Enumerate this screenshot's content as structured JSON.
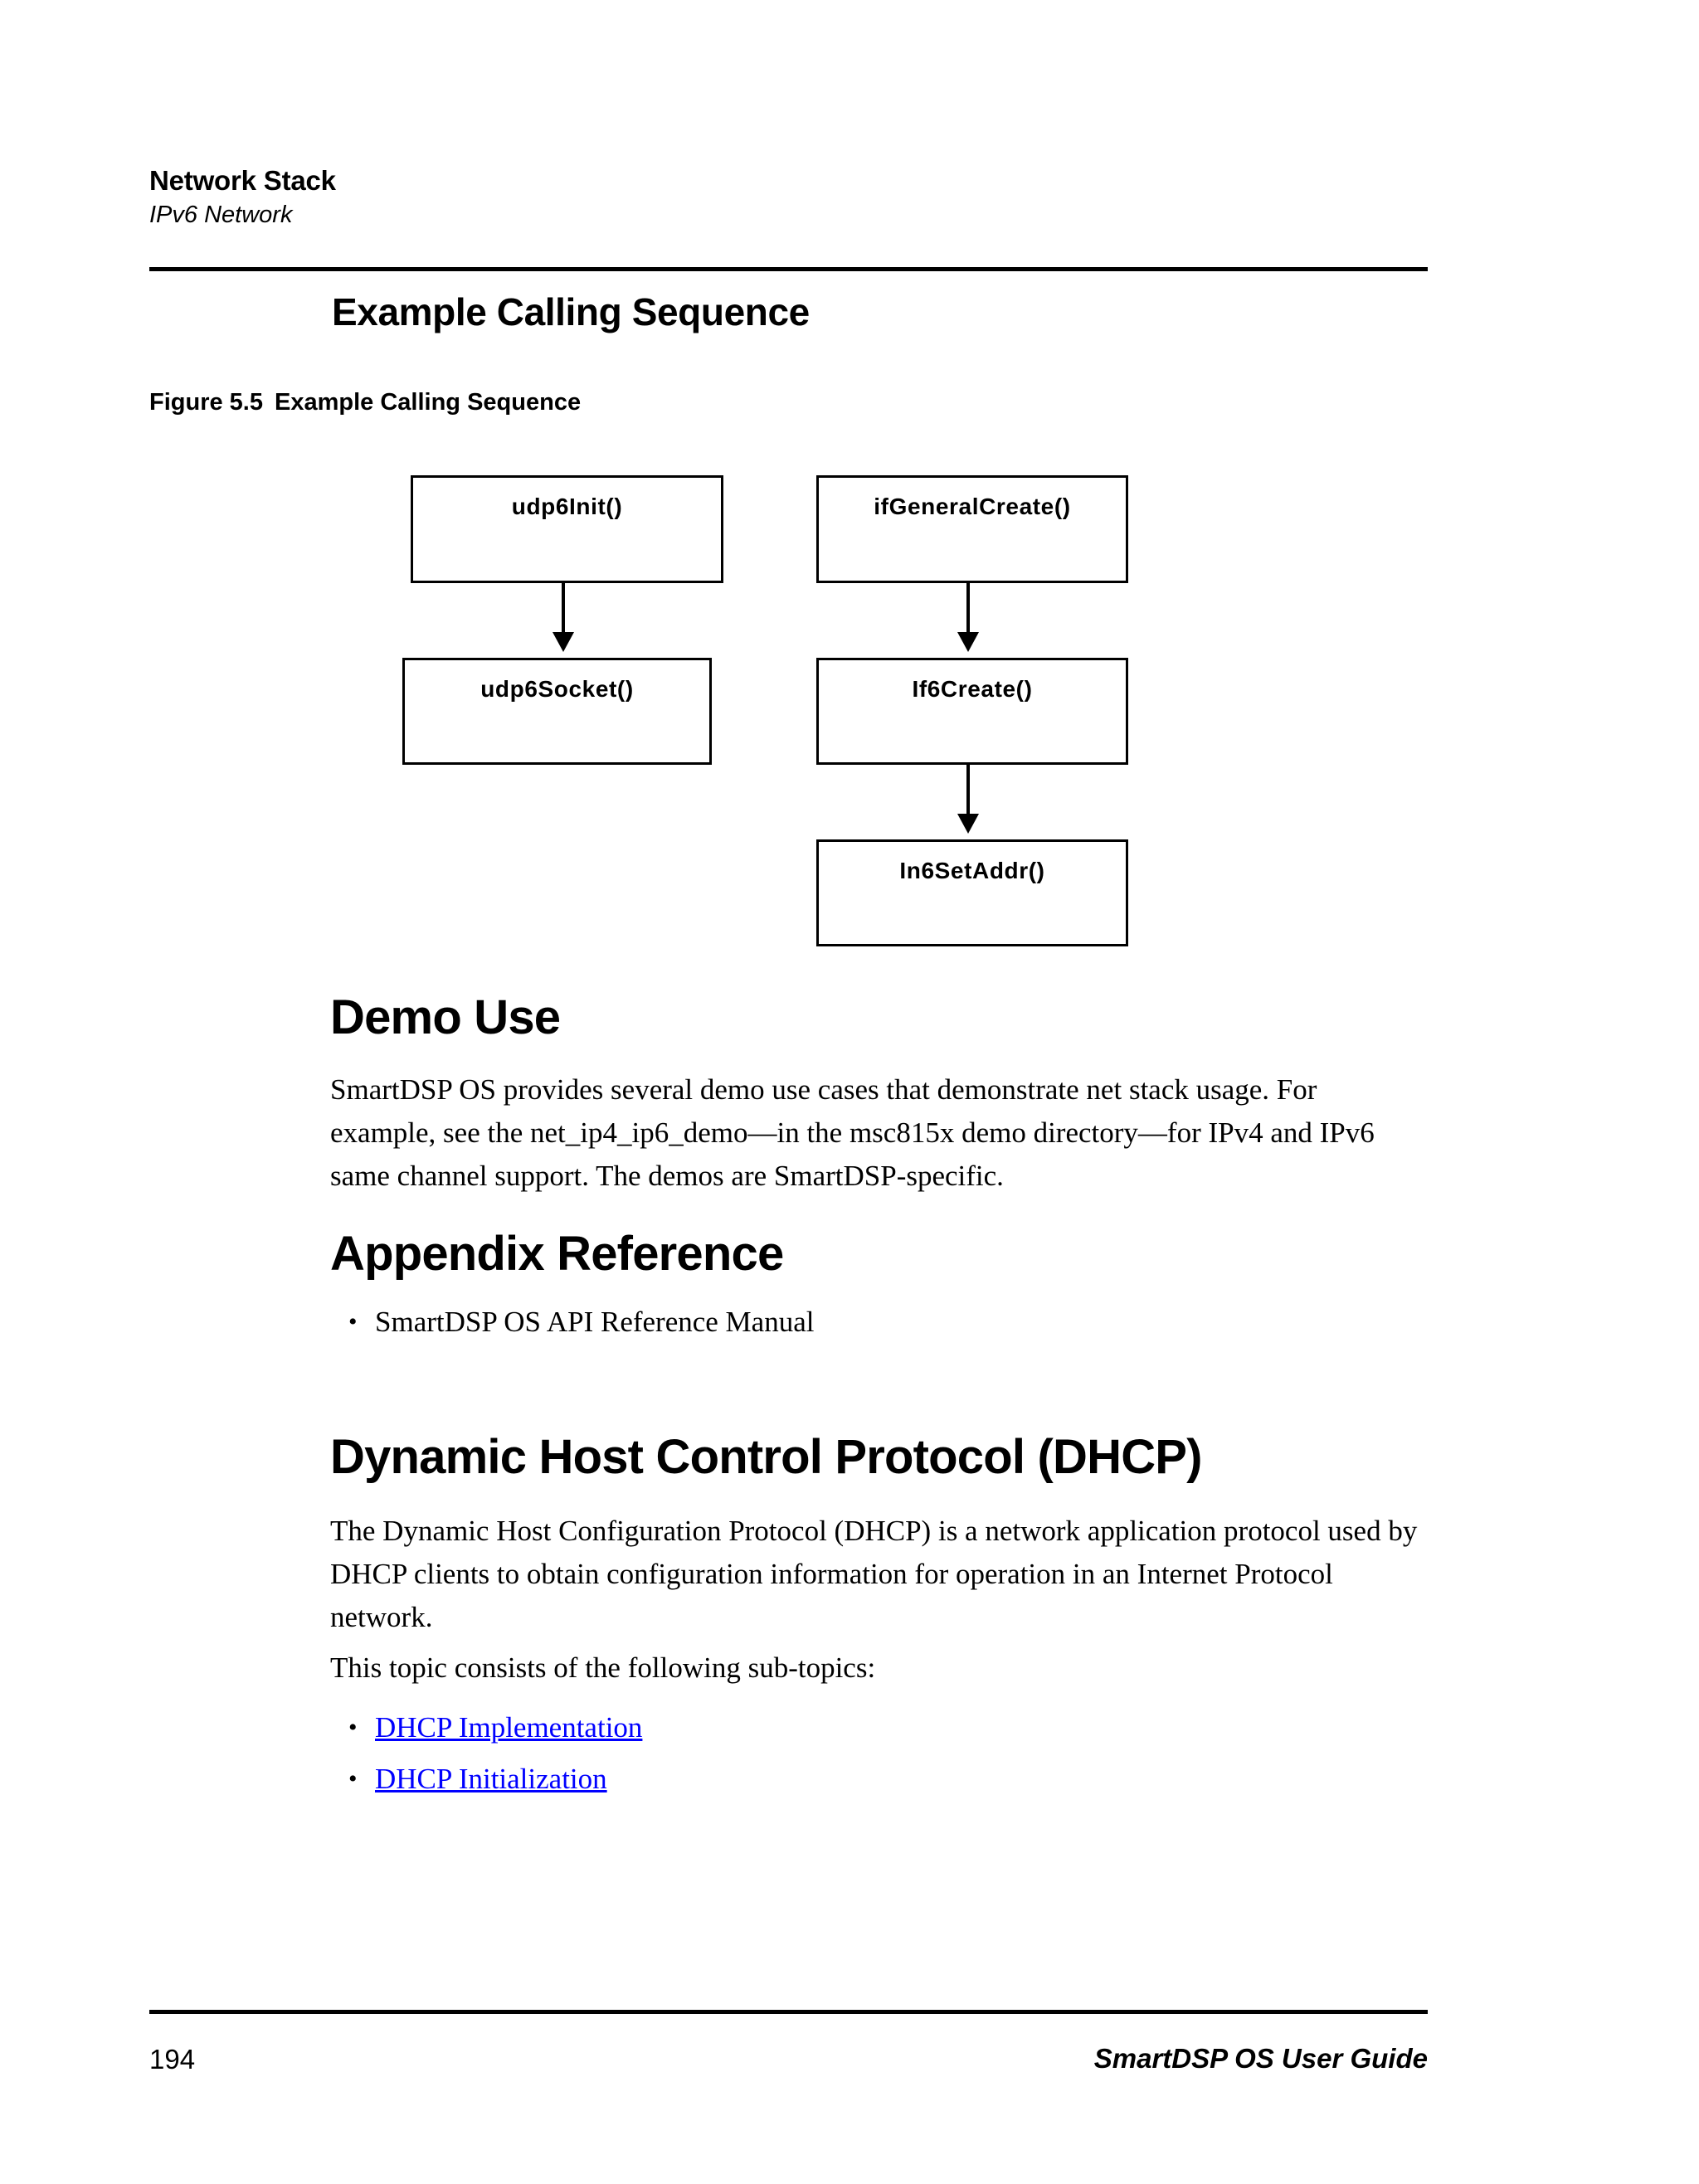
{
  "header": {
    "chapter": "Network Stack",
    "section": "IPv6 Network"
  },
  "section_heading": "Example Calling Sequence",
  "figure": {
    "caption_number": "Figure 5.5",
    "caption_text": "Example Calling Sequence",
    "nodes": [
      {
        "id": "udp6init",
        "label": "udp6Init()"
      },
      {
        "id": "ifgeneralcreate",
        "label": "ifGeneralCreate()"
      },
      {
        "id": "udp6socket",
        "label": "udp6Socket()"
      },
      {
        "id": "if6create",
        "label": "If6Create()"
      },
      {
        "id": "in6setaddr",
        "label": "In6SetAddr()"
      }
    ],
    "edges": [
      {
        "from": "udp6init",
        "to": "udp6socket"
      },
      {
        "from": "ifgeneralcreate",
        "to": "if6create"
      },
      {
        "from": "if6create",
        "to": "in6setaddr"
      }
    ]
  },
  "demo_use": {
    "heading": "Demo Use",
    "paragraph": "SmartDSP OS provides several demo use cases that demonstrate net stack usage. For example, see the net_ip4_ip6_demo—in the msc815x demo directory—for IPv4 and IPv6 same channel support. The demos are SmartDSP-specific."
  },
  "appendix": {
    "heading": "Appendix Reference",
    "items": [
      "SmartDSP OS API Reference Manual"
    ]
  },
  "dhcp": {
    "heading": "Dynamic Host Control Protocol (DHCP)",
    "paragraph": "The Dynamic Host Configuration Protocol (DHCP) is a network application protocol used by DHCP clients to obtain configuration information for operation in an Internet Protocol network.",
    "subtopics_intro": "This topic consists of the following sub-topics:",
    "subtopics": [
      "DHCP Implementation",
      "DHCP Initialization"
    ]
  },
  "footer": {
    "page_number": "194",
    "guide_title": "SmartDSP OS User Guide"
  },
  "colors": {
    "text": "#000000",
    "link": "#0000ff",
    "rule": "#000000",
    "page_background": "#ffffff"
  }
}
